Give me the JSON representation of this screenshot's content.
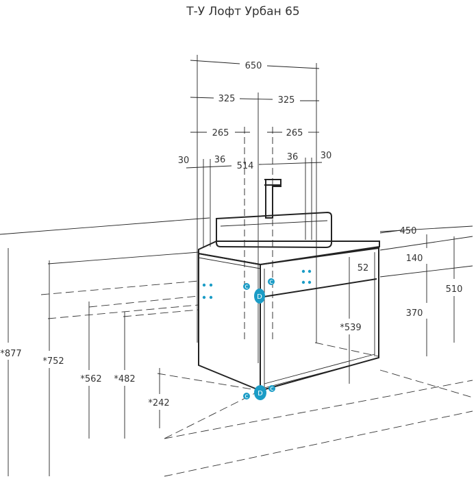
{
  "title": "Т-У Лофт Урбан 65",
  "dimensions": {
    "width_total": "650",
    "half_left": "325",
    "half_right": "325",
    "off_left": "265",
    "off_right": "265",
    "edge_left": "30",
    "gap_left": "36",
    "inner": "514",
    "gap_right": "36",
    "edge_right": "30",
    "depth": "450",
    "top_h": "140",
    "drawer_h": "370",
    "body_h": "510",
    "panel": "52",
    "inner_h": "*539",
    "h877": "*877",
    "h752": "*752",
    "h562": "*562",
    "h482": "*482",
    "h242": "*242"
  },
  "markers": {
    "c": "c",
    "d": "D"
  },
  "colors": {
    "accent": "#1b9cc6",
    "line": "#222222"
  }
}
